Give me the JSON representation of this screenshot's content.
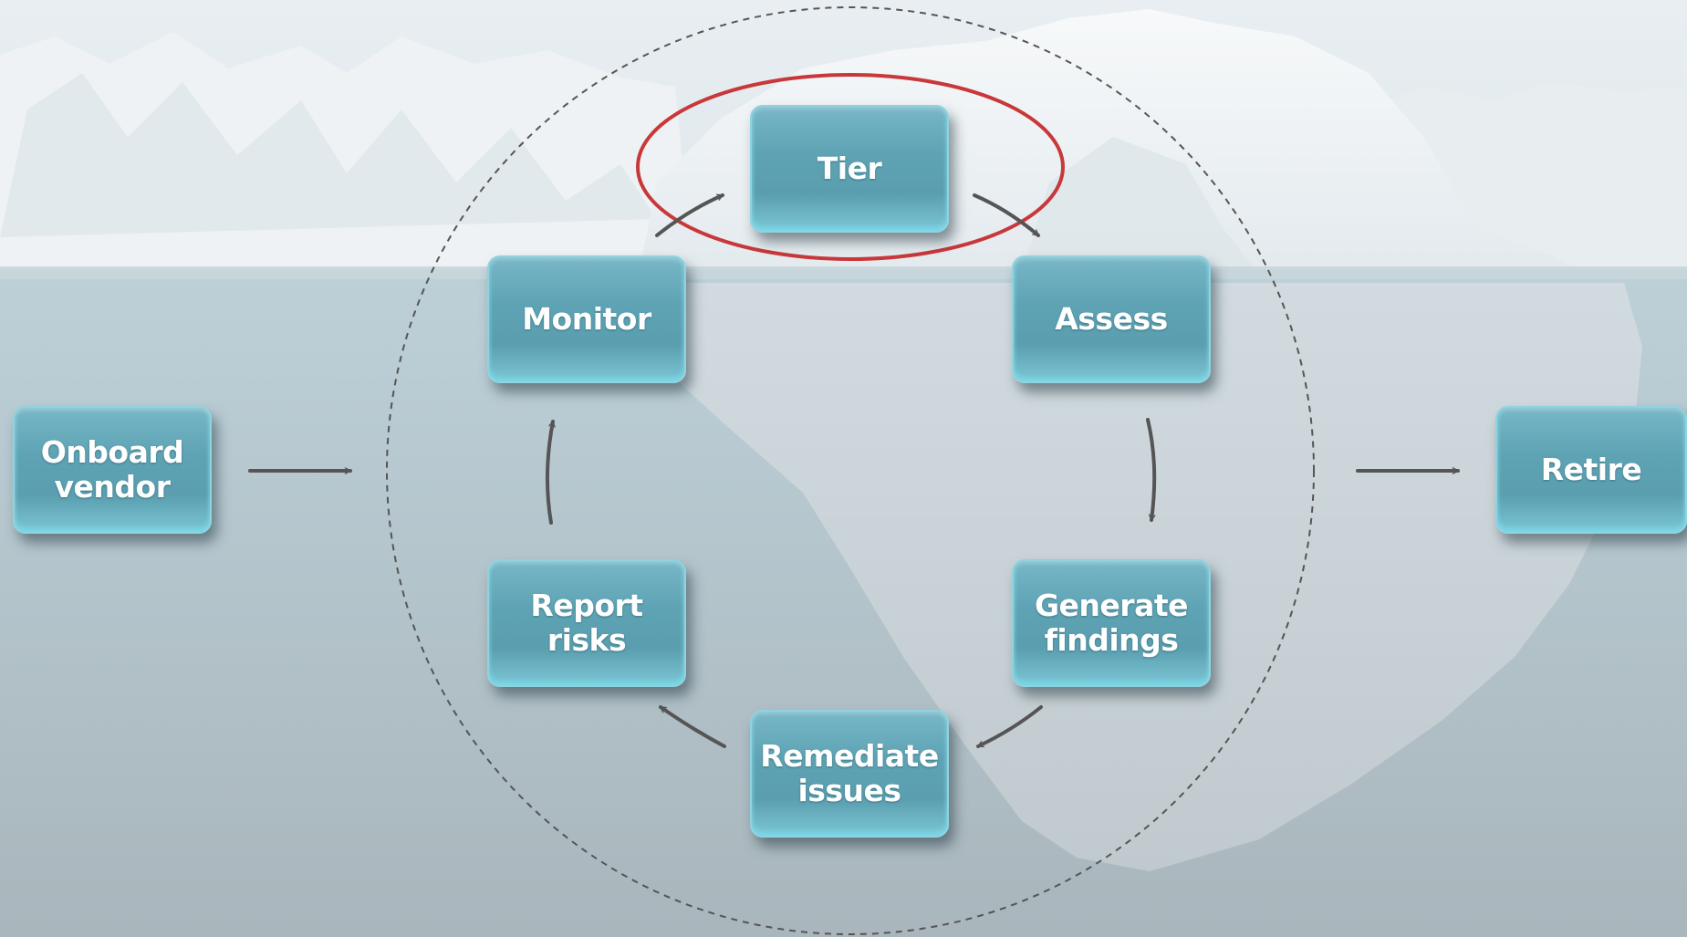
{
  "diagram": {
    "nodes": {
      "onboard": {
        "line1": "Onboard",
        "line2": "vendor"
      },
      "tier": {
        "line1": "Tier"
      },
      "assess": {
        "line1": "Assess"
      },
      "generate": {
        "line1": "Generate",
        "line2": "findings"
      },
      "remediate": {
        "line1": "Remediate",
        "line2": "issues"
      },
      "report": {
        "line1": "Report",
        "line2": "risks"
      },
      "monitor": {
        "line1": "Monitor"
      },
      "retire": {
        "line1": "Retire"
      }
    },
    "edges": [
      {
        "from": "onboard",
        "to": "cycle"
      },
      {
        "from": "tier",
        "to": "assess"
      },
      {
        "from": "assess",
        "to": "generate"
      },
      {
        "from": "generate",
        "to": "remediate"
      },
      {
        "from": "remediate",
        "to": "report"
      },
      {
        "from": "report",
        "to": "monitor"
      },
      {
        "from": "monitor",
        "to": "tier"
      },
      {
        "from": "cycle",
        "to": "retire"
      }
    ],
    "highlighted_node": "tier",
    "colors": {
      "node_fill": "#5ea3b4",
      "node_text": "#ffffff",
      "arrow": "#555555",
      "highlight_ring": "#c8383a",
      "cycle_boundary": "#555555"
    },
    "background": "iceberg-photo"
  }
}
